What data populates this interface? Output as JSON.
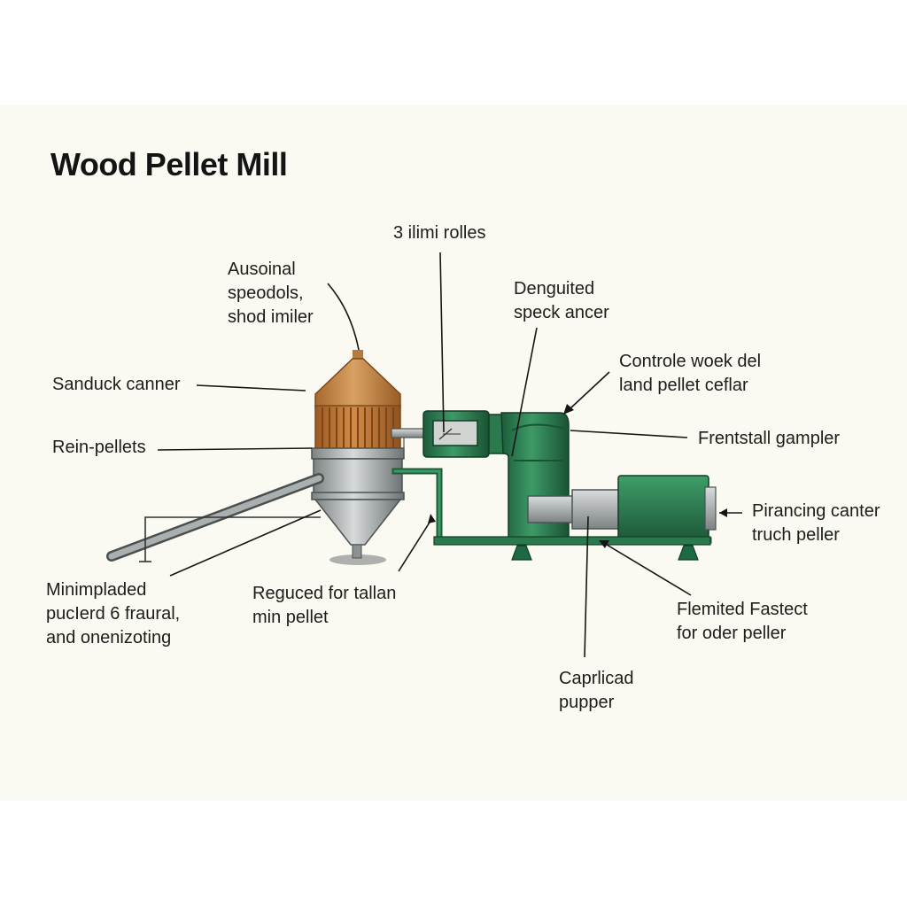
{
  "title": "Wood Pellet Mill",
  "labels": {
    "rollers": [
      "3 ilimi rolles"
    ],
    "ausoinal": [
      "Ausoinal",
      "speodols,",
      "shod imiler"
    ],
    "denguited": [
      "Denguited",
      "speck ancer"
    ],
    "controle": [
      "Controle woek del",
      "land pellet ceflar"
    ],
    "sanduck": [
      "Sanduck canner"
    ],
    "rein": [
      "Rein-pellets"
    ],
    "frentstall": [
      "Frentstall gampler"
    ],
    "pirancing": [
      "Pirancing canter",
      "truch peller"
    ],
    "minimpladed": [
      "Minimpladed",
      "pucIerd 6 fraural,",
      "and onenizoting"
    ],
    "reguced": [
      "Reguced for tallan",
      "min pellet"
    ],
    "flemited": [
      "Flemited Fastect",
      "for oder peller"
    ],
    "capricad": [
      "Caprlicad",
      "pupper"
    ]
  },
  "colors": {
    "panel": "#fbfaf2",
    "hopper_cone": "#c98a45",
    "hopper_ribs": "#b06a2a",
    "steel": "#9aa0a0",
    "machine_green": "#2b7a4f",
    "machine_dark": "#1d5c3a"
  }
}
